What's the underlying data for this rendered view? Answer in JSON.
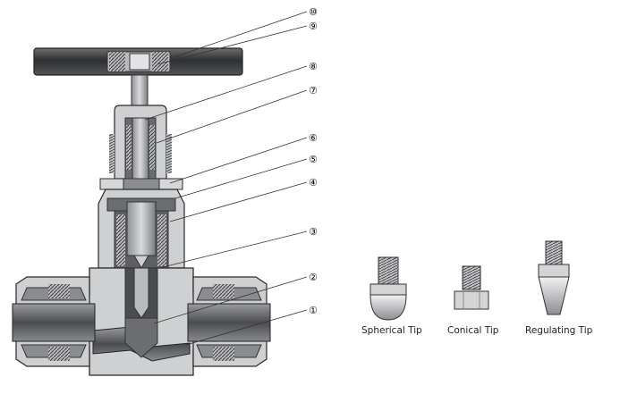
{
  "callouts": [
    "⑩",
    "⑨",
    "⑧",
    "⑦",
    "⑥",
    "⑤",
    "④",
    "③",
    "②",
    "①"
  ],
  "tips": [
    {
      "label": "Spherical Tip"
    },
    {
      "label": "Conical Tip"
    },
    {
      "label": "Regulating Tip"
    }
  ],
  "colors": {
    "metal": "#cfd0d2",
    "metal_dark": "#5a5a5a",
    "steel_mid": "#9c9ea2",
    "line": "#2b2b2b",
    "cut": "#b8b9bc"
  }
}
